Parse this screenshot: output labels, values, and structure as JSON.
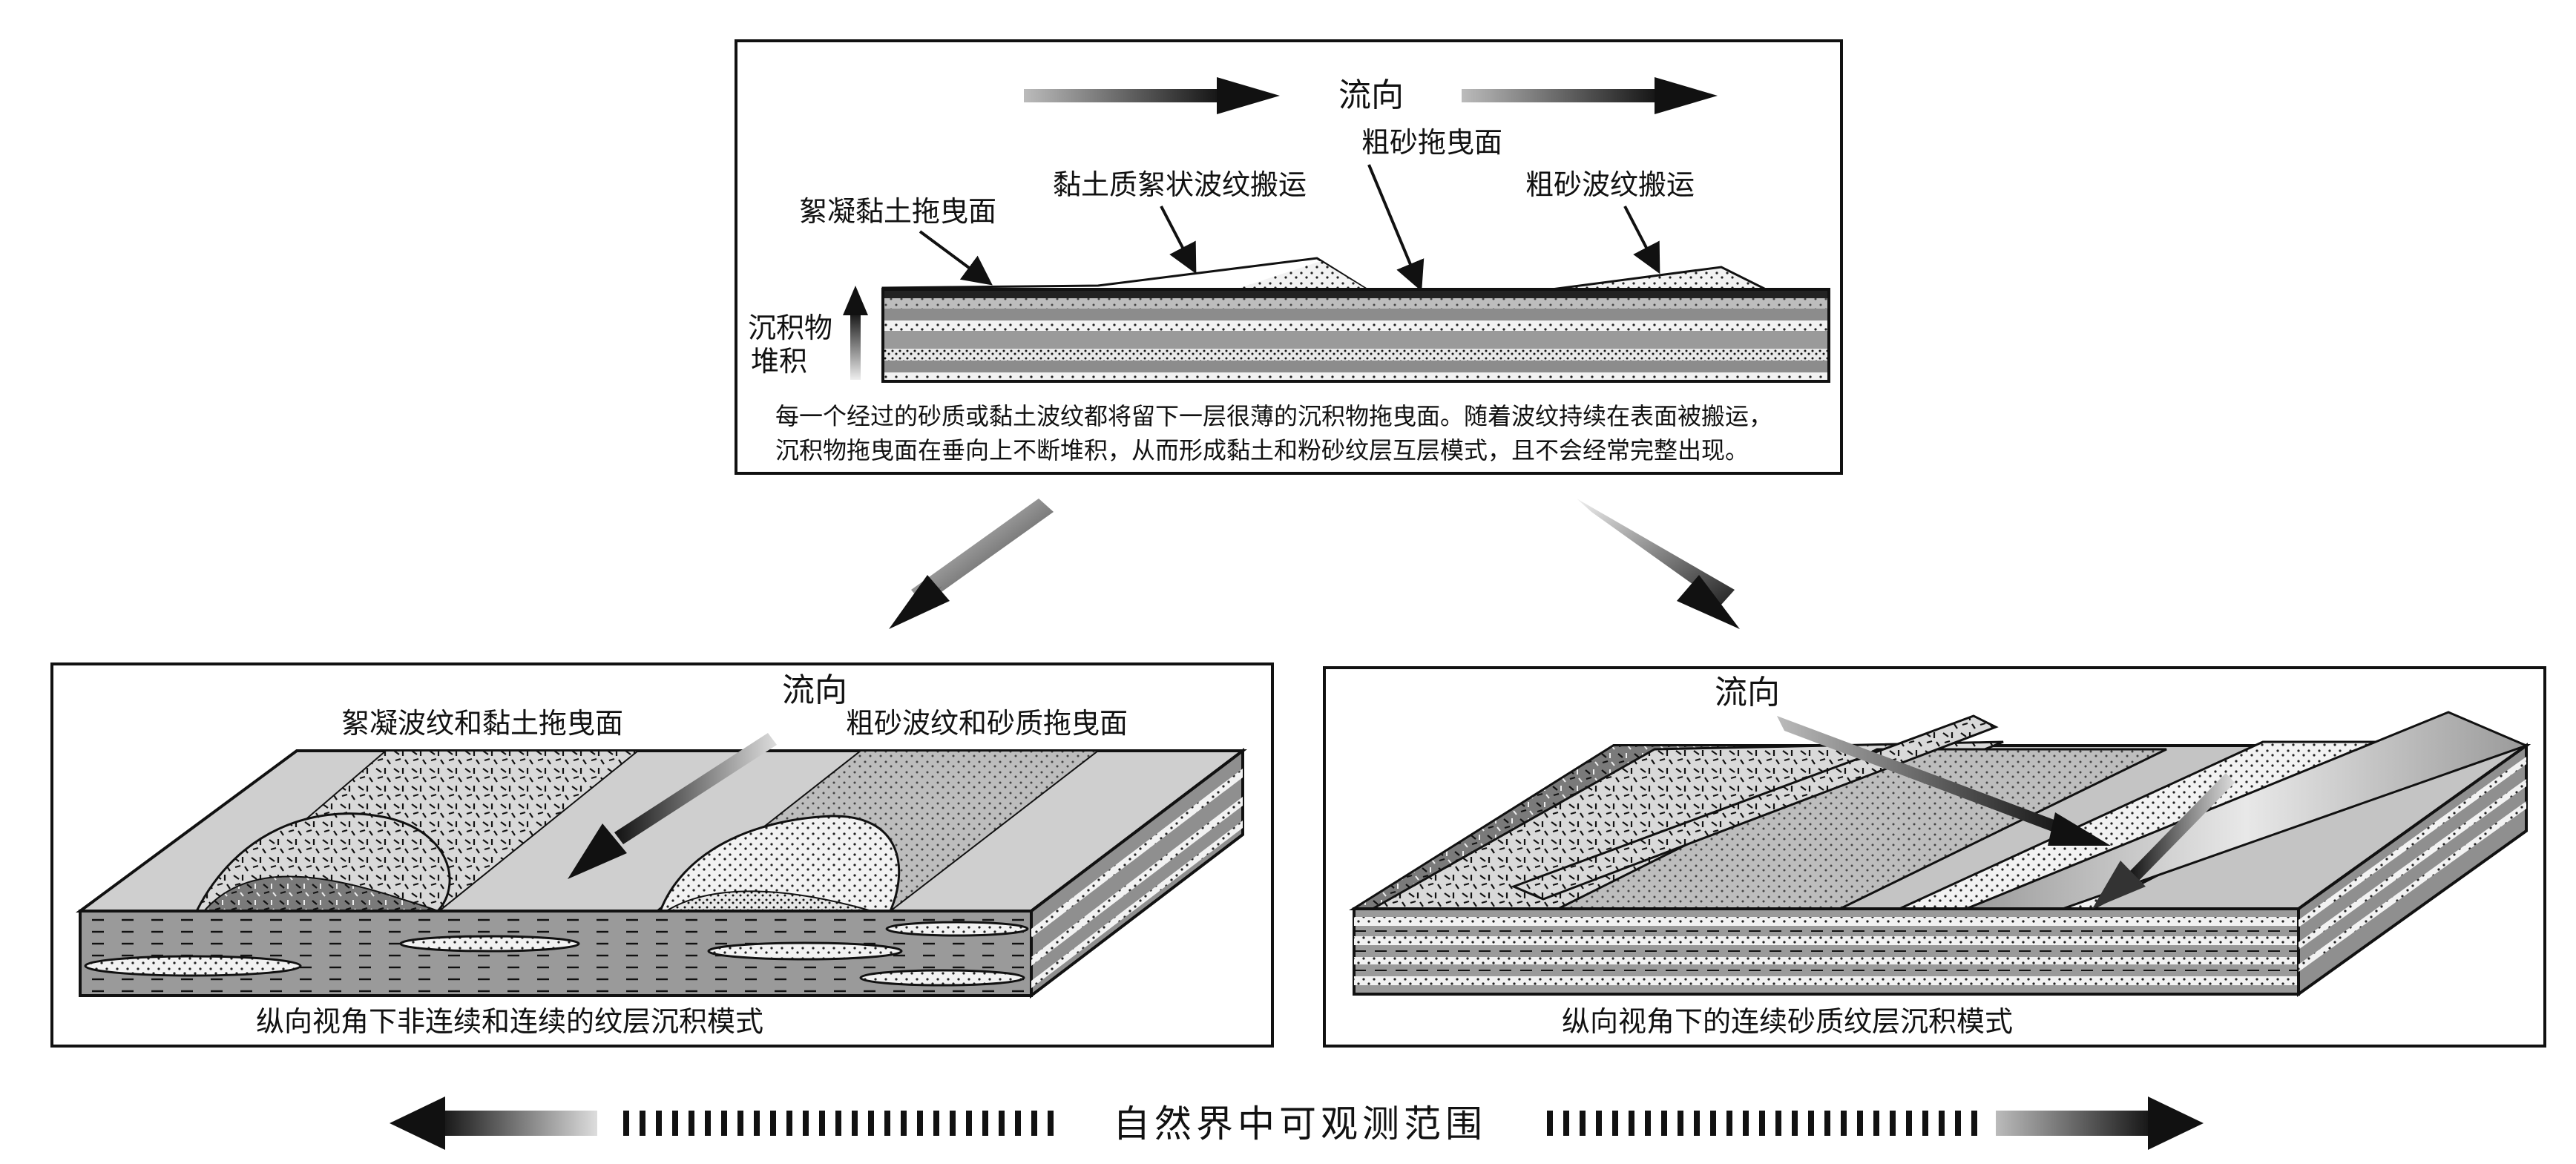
{
  "top_panel": {
    "flow_label": "流向",
    "labels": {
      "floc_clay_drag": "絮凝黏土拖曳面",
      "clay_floc_ripple": "黏土质絮状波纹搬运",
      "coarse_sand_drag": "粗砂拖曳面",
      "coarse_sand_ripple": "粗砂波纹搬运"
    },
    "accumulation_label_line1": "沉积物",
    "accumulation_label_line2": "堆积",
    "caption_line1": "每一个经过的砂质或黏土波纹都将留下一层很薄的沉积物拖曳面。随着波纹持续在表面被搬运，",
    "caption_line2": "沉积物拖曳面在垂向上不断堆积，从而形成黏土和粉砂纹层互层模式，且不会经常完整出现。"
  },
  "left_panel": {
    "flow_label": "流向",
    "label_floc": "絮凝波纹和黏土拖曳面",
    "label_sand": "粗砂波纹和砂质拖曳面",
    "caption": "纵向视角下非连续和连续的纹层沉积模式"
  },
  "right_panel": {
    "flow_label": "流向",
    "caption": "纵向视角下的连续砂质纹层沉积模式"
  },
  "bottom": {
    "range_label": "自然界中可观测范围"
  }
}
